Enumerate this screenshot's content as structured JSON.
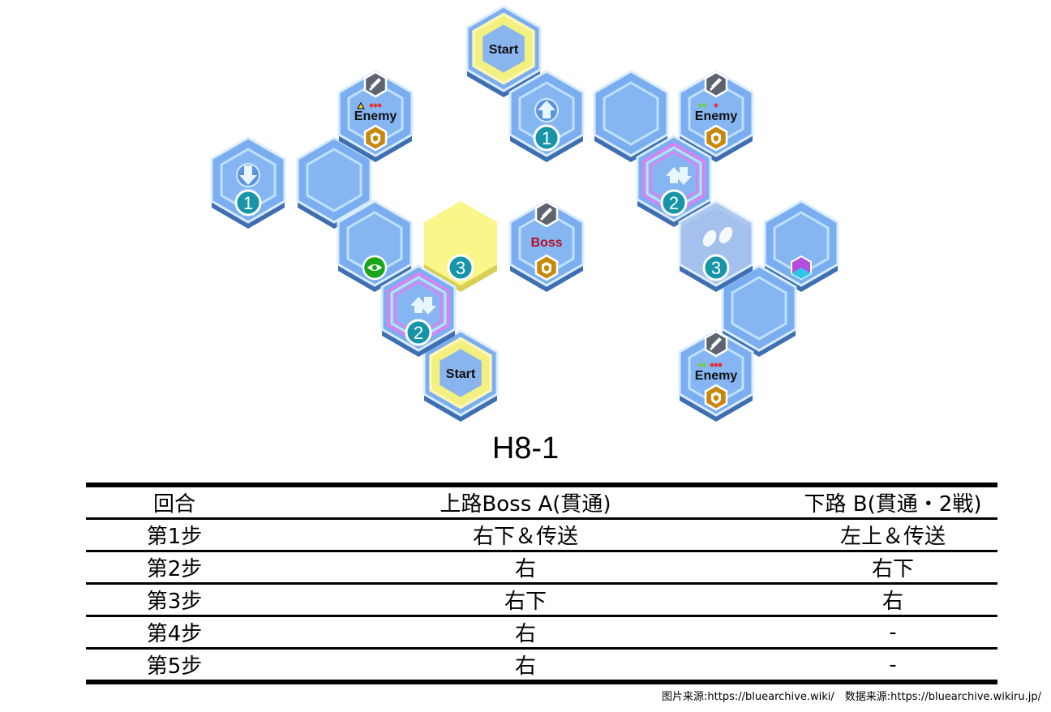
{
  "board": {
    "tiles": {
      "start_top": "Start",
      "start_bottom": "Start",
      "enemy_left": "Enemy",
      "enemy_right_top": "Enemy",
      "enemy_right_bottom": "Enemy",
      "boss": "Boss"
    },
    "badges": {
      "arrow_up_top": "1",
      "arrow_down_left": "1",
      "teleport_right": "2",
      "teleport_left": "2",
      "yellow_tile": "3",
      "footsteps_tile": "3"
    },
    "icons": [
      "sword-icon",
      "shield-icon",
      "eye-icon",
      "crystal-icon",
      "footsteps-icon",
      "arrow-up-icon",
      "arrow-down-icon"
    ],
    "colors": {
      "tile": "#7aaef0",
      "highlight": "#fbf68a",
      "badge": "#1794a8",
      "shield": "#c8880d"
    }
  },
  "stage_title": "H8-1",
  "table": {
    "headers": [
      "回合",
      "上路Boss A(貫通)",
      "下路 B(貫通・2戦)"
    ],
    "rows": [
      [
        "第1步",
        "右下＆传送",
        "左上＆传送"
      ],
      [
        "第2步",
        "右",
        "右下"
      ],
      [
        "第3步",
        "右下",
        "右"
      ],
      [
        "第4步",
        "右",
        "-"
      ],
      [
        "第5步",
        "右",
        "-"
      ]
    ]
  },
  "credits": "图片来源:https://bluearchive.wiki/　数据来源:https://bluearchive.wikiru.jp/"
}
